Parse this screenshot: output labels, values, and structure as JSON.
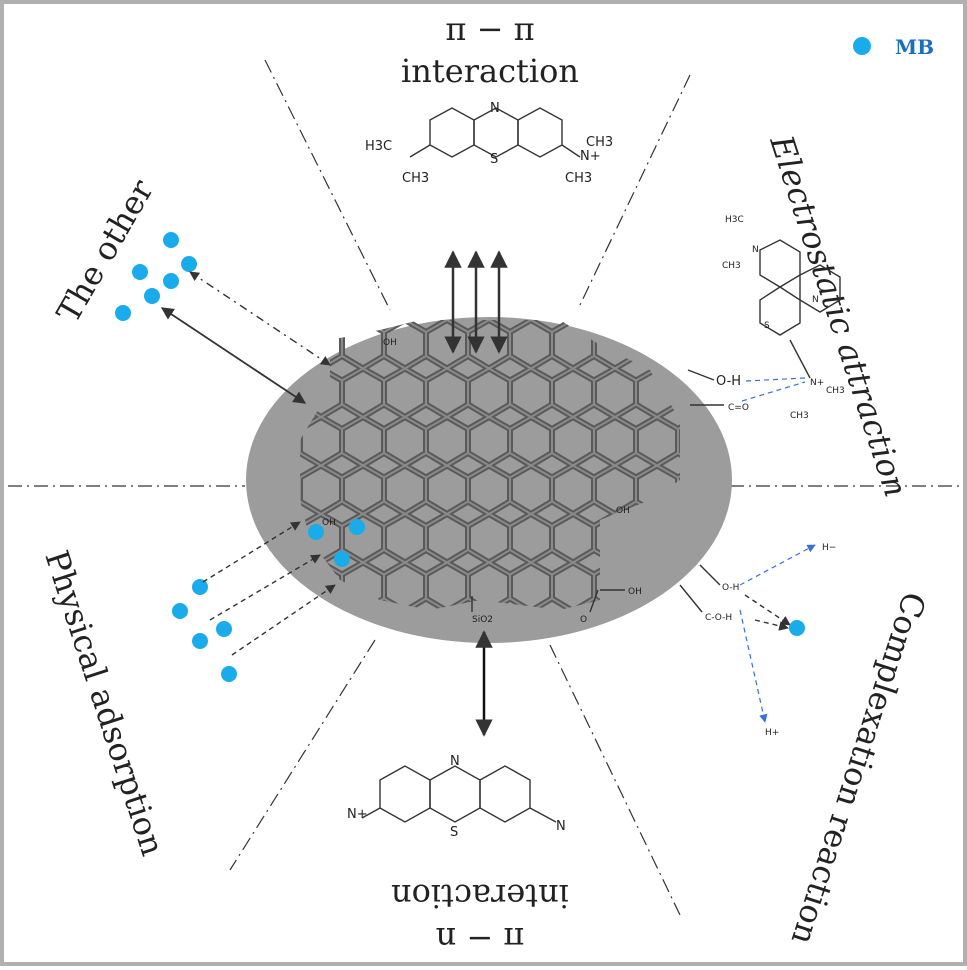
{
  "legend": {
    "marker_color": "#1AABEB",
    "label": "MB"
  },
  "sections": {
    "top": {
      "line1": "π − π",
      "line2": "interaction"
    },
    "right": {
      "label": "Electrostatic attraction"
    },
    "bottomright": {
      "label": "Complexation reaction"
    },
    "bottom": {
      "line1": "π − n",
      "line2": "interaction"
    },
    "left": {
      "label": "Physical adsorption"
    },
    "topleft": {
      "label": "The other"
    }
  },
  "chemistry": {
    "n": "N",
    "s": "S",
    "h3c": "H3C",
    "ch3": "CH3",
    "n_plus": "N+",
    "oh": "OH",
    "o_h": "O-H",
    "c_o": "C=O",
    "sio2": "SiO2",
    "h_minus": "H−",
    "h_plus": "H+",
    "o_h_bond": "O-H",
    "c_o_h": "C-O-H",
    "o": "O"
  },
  "colors": {
    "dot": "#1AABEB",
    "sheet": "#9c9c9c",
    "link": "#3a6fd8"
  }
}
